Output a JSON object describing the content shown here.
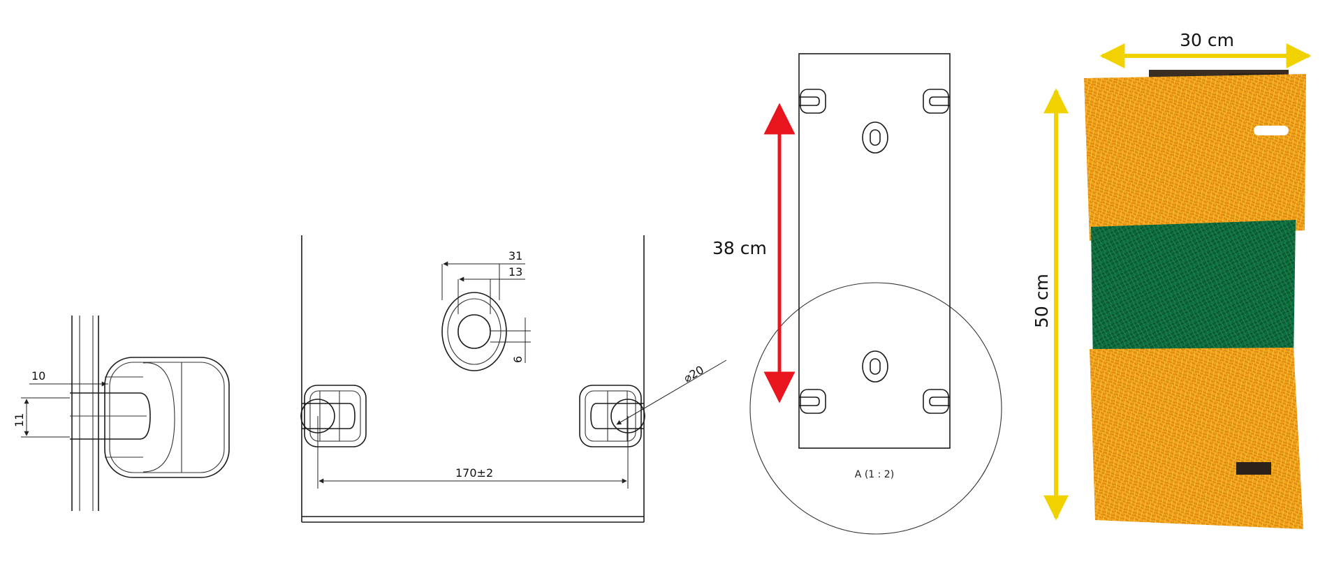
{
  "side_view": {
    "dim_width": "10",
    "dim_height": "11"
  },
  "front_view": {
    "dim_outer": "31",
    "dim_inner": "13",
    "dim_slot": "6",
    "dim_diameter": "⌀20",
    "dim_spacing": "170±2"
  },
  "plate_view": {
    "length_label": "38 cm",
    "detail_label": "A (1 : 2)"
  },
  "brush": {
    "width_label": "30 cm",
    "height_label": "50 cm"
  },
  "colors": {
    "red_arrow": "#e8141e",
    "yellow_arrow": "#f1d200",
    "bristle_orange": "#f2a31b",
    "bristle_green": "#0e6b3e"
  }
}
